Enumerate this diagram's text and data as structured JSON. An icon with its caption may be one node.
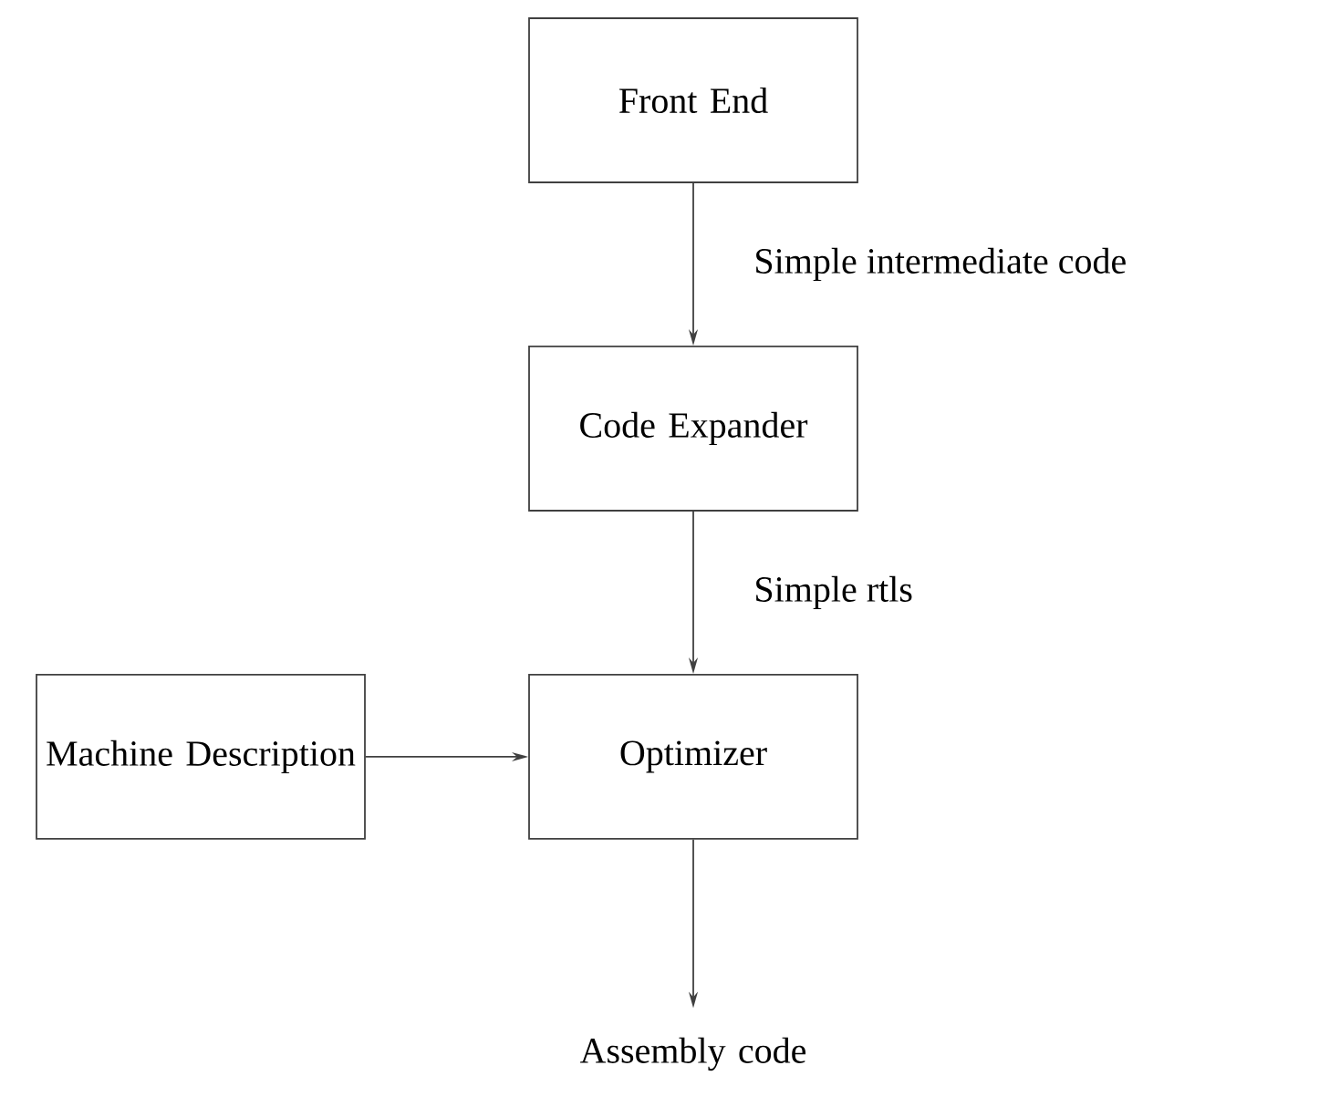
{
  "diagram": {
    "nodes": [
      {
        "text": [
          "Front End"
        ]
      },
      {
        "text": [
          "Code Expander"
        ]
      },
      {
        "text": [
          "Machine Description"
        ]
      },
      {
        "text": [
          "Optimizer"
        ]
      },
      {
        "text": [
          "Assembly code"
        ]
      }
    ],
    "edges": [
      {
        "from": 0,
        "to": 1,
        "arrow": "to",
        "label": "Simple intermediate code"
      },
      {
        "from": 1,
        "to": 3,
        "arrow": "to",
        "label": "Simple rtls"
      },
      {
        "from": 2,
        "to": 3,
        "arrow": "to"
      },
      {
        "from": 3,
        "to": 4,
        "arrow": "to"
      }
    ]
  }
}
